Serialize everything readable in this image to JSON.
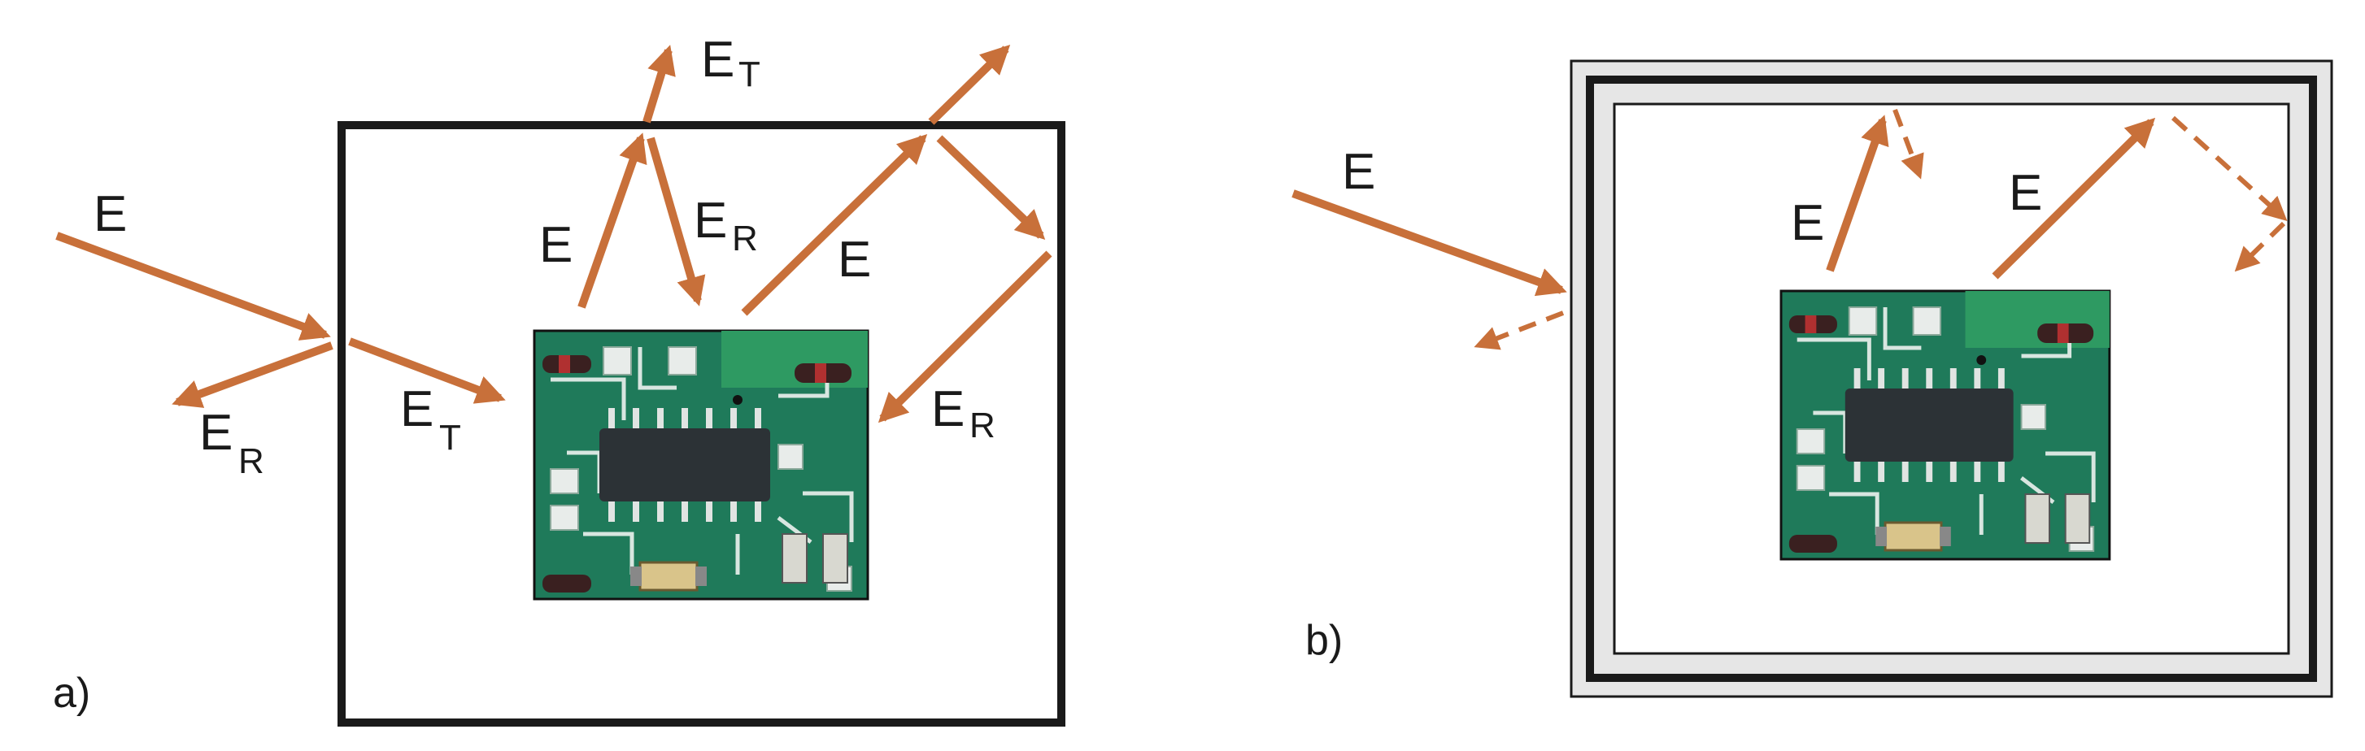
{
  "panel_a": {
    "tag": "a)",
    "label_incident": "E",
    "label_transmitted": "E",
    "sub_transmitted": "T",
    "label_reflected": "E",
    "sub_reflected": "R"
  },
  "panel_b": {
    "tag": "b)",
    "label_incident": "E"
  },
  "colors": {
    "wave_arrow": "#c8703a",
    "enclosure": "#1a1a1a",
    "shield_gray": "#e6e6e6",
    "pcb_green": "#1f7a5a",
    "chip": "#2c3236"
  },
  "icons": [
    "pcb-board-icon",
    "ic-chip-icon",
    "resistor-icon",
    "capacitor-icon"
  ]
}
